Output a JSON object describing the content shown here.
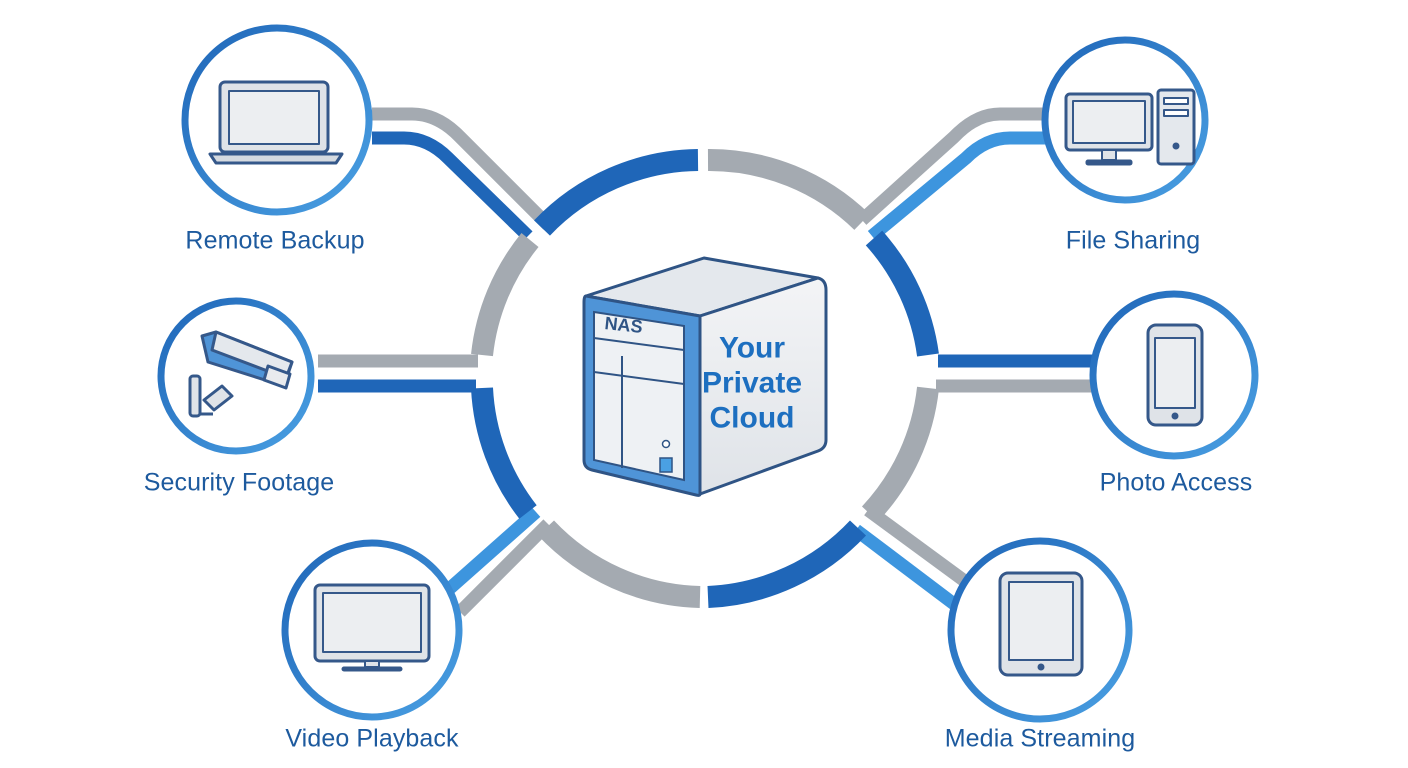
{
  "center": {
    "badge": "NAS",
    "lines": [
      "Your",
      "Private",
      "Cloud"
    ]
  },
  "nodes": [
    {
      "id": "remote-backup",
      "label": "Remote Backup",
      "icon": "laptop-icon"
    },
    {
      "id": "security-footage",
      "label": "Security Footage",
      "icon": "security-camera-icon"
    },
    {
      "id": "video-playback",
      "label": "Video Playback",
      "icon": "monitor-icon"
    },
    {
      "id": "file-sharing",
      "label": "File Sharing",
      "icon": "desktop-computer-icon"
    },
    {
      "id": "photo-access",
      "label": "Photo Access",
      "icon": "smartphone-icon"
    },
    {
      "id": "media-streaming",
      "label": "Media Streaming",
      "icon": "tablet-icon"
    }
  ],
  "colors": {
    "primary_blue": "#1f66b8",
    "light_blue": "#3d95de",
    "gray": "#a4aab1",
    "label_text": "#1d5a9e",
    "device_fill": "#e9ebee",
    "device_stroke": "#35588a"
  }
}
